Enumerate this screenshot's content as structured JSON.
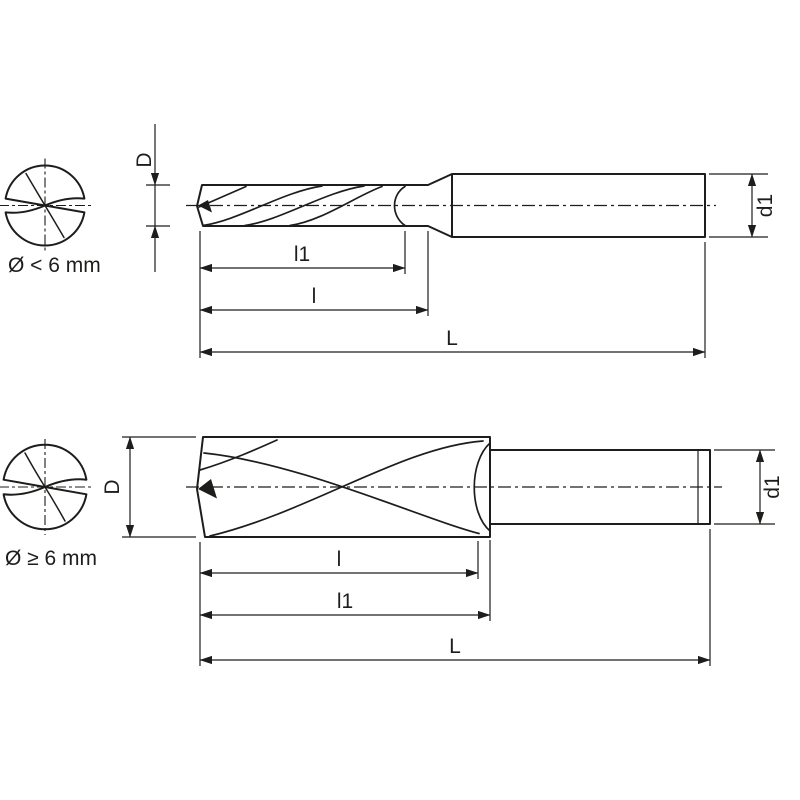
{
  "colors": {
    "line": "#1d1d1b",
    "background": "#ffffff"
  },
  "variants": {
    "small": {
      "label": "Ø < 6 mm",
      "dims": {
        "D": "D",
        "d1": "d1",
        "l1": "l1",
        "l": "l",
        "L": "L"
      }
    },
    "large": {
      "label": "Ø ≥ 6 mm",
      "dims": {
        "D": "D",
        "d1": "d1",
        "l1": "l1",
        "l": "l",
        "L": "L"
      }
    }
  }
}
